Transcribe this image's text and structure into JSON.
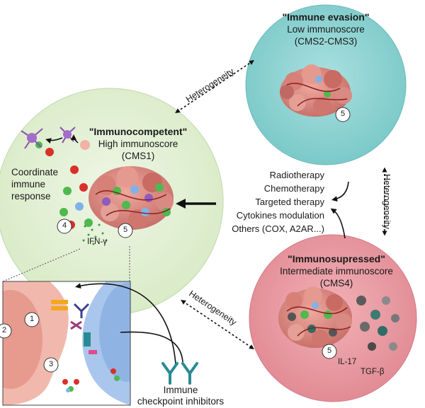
{
  "immunocompetent": {
    "title": "\"Immunocompetent\"",
    "subtitle_line1": "High immunoscore",
    "subtitle_line2": "(CMS1)",
    "coordinate_line1": "Coordinate",
    "coordinate_line2": "immune",
    "coordinate_line3": "response",
    "ifn_label": "IFN-γ",
    "badge_4": "4",
    "badge_5": "5"
  },
  "immune_evasion": {
    "title": "\"Immune evasion\"",
    "subtitle_line1": "Low immunoscore",
    "subtitle_line2": "(CMS2-CMS3)",
    "badge_5": "5"
  },
  "immunosupressed": {
    "title": "\"Immunosupressed\"",
    "subtitle_line1": "Intermediate immunoscore",
    "subtitle_line2": "(CMS4)",
    "badge_5": "5",
    "il17_label": "IL-17",
    "tgfb_label": "TGF-β"
  },
  "therapies": [
    "Radiotherapy",
    "Chemotherapy",
    "Targeted therapy",
    "Cytokines modulation",
    "Others (COX, A2AR...)"
  ],
  "heterogeneity_labels": [
    "Heterogeneity",
    "Heterogeneity",
    "Heterogeneity"
  ],
  "synapse": {
    "badge_1": "1",
    "badge_2": "2",
    "badge_3": "3"
  },
  "checkpoint": {
    "line1": "Immune",
    "line2": "checkpoint inhibitors"
  },
  "colors": {
    "green_circle": "#e3f0d6",
    "blue_circle": "#8fd3d3",
    "pink_circle": "#e99aa3",
    "tumor": "#d98a82",
    "antigen_cell": "#f1b9ad",
    "t_cell": "#a9c6ec",
    "antibody": "#2a8a94"
  }
}
